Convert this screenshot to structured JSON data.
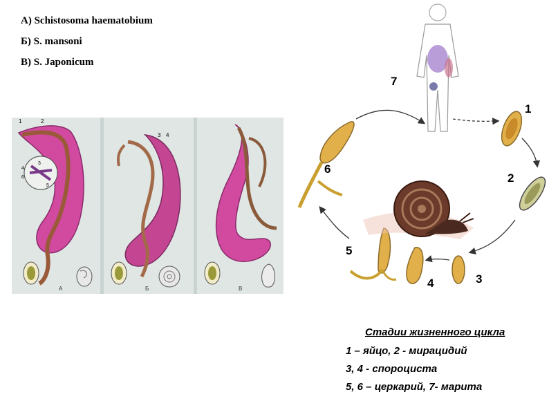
{
  "species": [
    "А) Schistosoma haematobium",
    "Б) S. mansoni",
    "В) S. Japonicum"
  ],
  "panels": [
    {
      "letter": "А",
      "callouts": [
        "1",
        "2",
        "3",
        "4",
        "5",
        "6"
      ]
    },
    {
      "letter": "Б",
      "callouts": [
        "3",
        "4"
      ]
    },
    {
      "letter": "В",
      "callouts": []
    }
  ],
  "cycle_labels": [
    "7",
    "1",
    "2",
    "3",
    "4",
    "5",
    "6"
  ],
  "legend": {
    "title": "Стадии жизненного цикла",
    "lines": [
      "1 – яйцо, 2 - мирацидий",
      "3, 4 - спороциста",
      "5, 6 – церкарий, 7- марита"
    ]
  },
  "colors": {
    "worm_pink": "#d14aa0",
    "worm_brown": "#9a5a3a",
    "larva_yellow": "#d9b32a",
    "snail_brown": "#6b3a2a",
    "arrow": "#333333"
  }
}
